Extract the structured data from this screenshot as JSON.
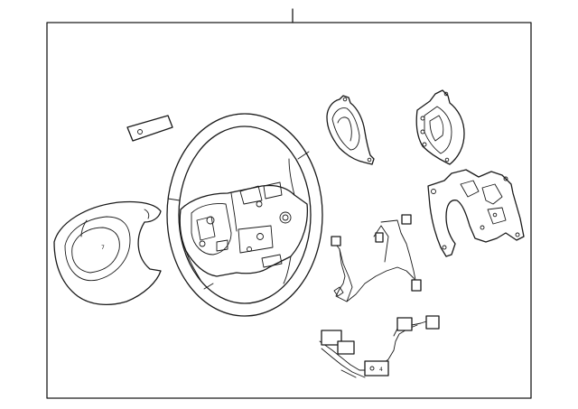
{
  "diagram": {
    "frame_color": "#1a1a1a",
    "background_color": "#ffffff",
    "callout_labels": [],
    "parts": [
      "leader-line",
      "steering-wheel",
      "wheel-back-cover",
      "emblem-plate",
      "left-switch-module",
      "right-switch-module",
      "mounting-bracket",
      "switch-wire-harness",
      "clockspring-wire-harness"
    ]
  }
}
